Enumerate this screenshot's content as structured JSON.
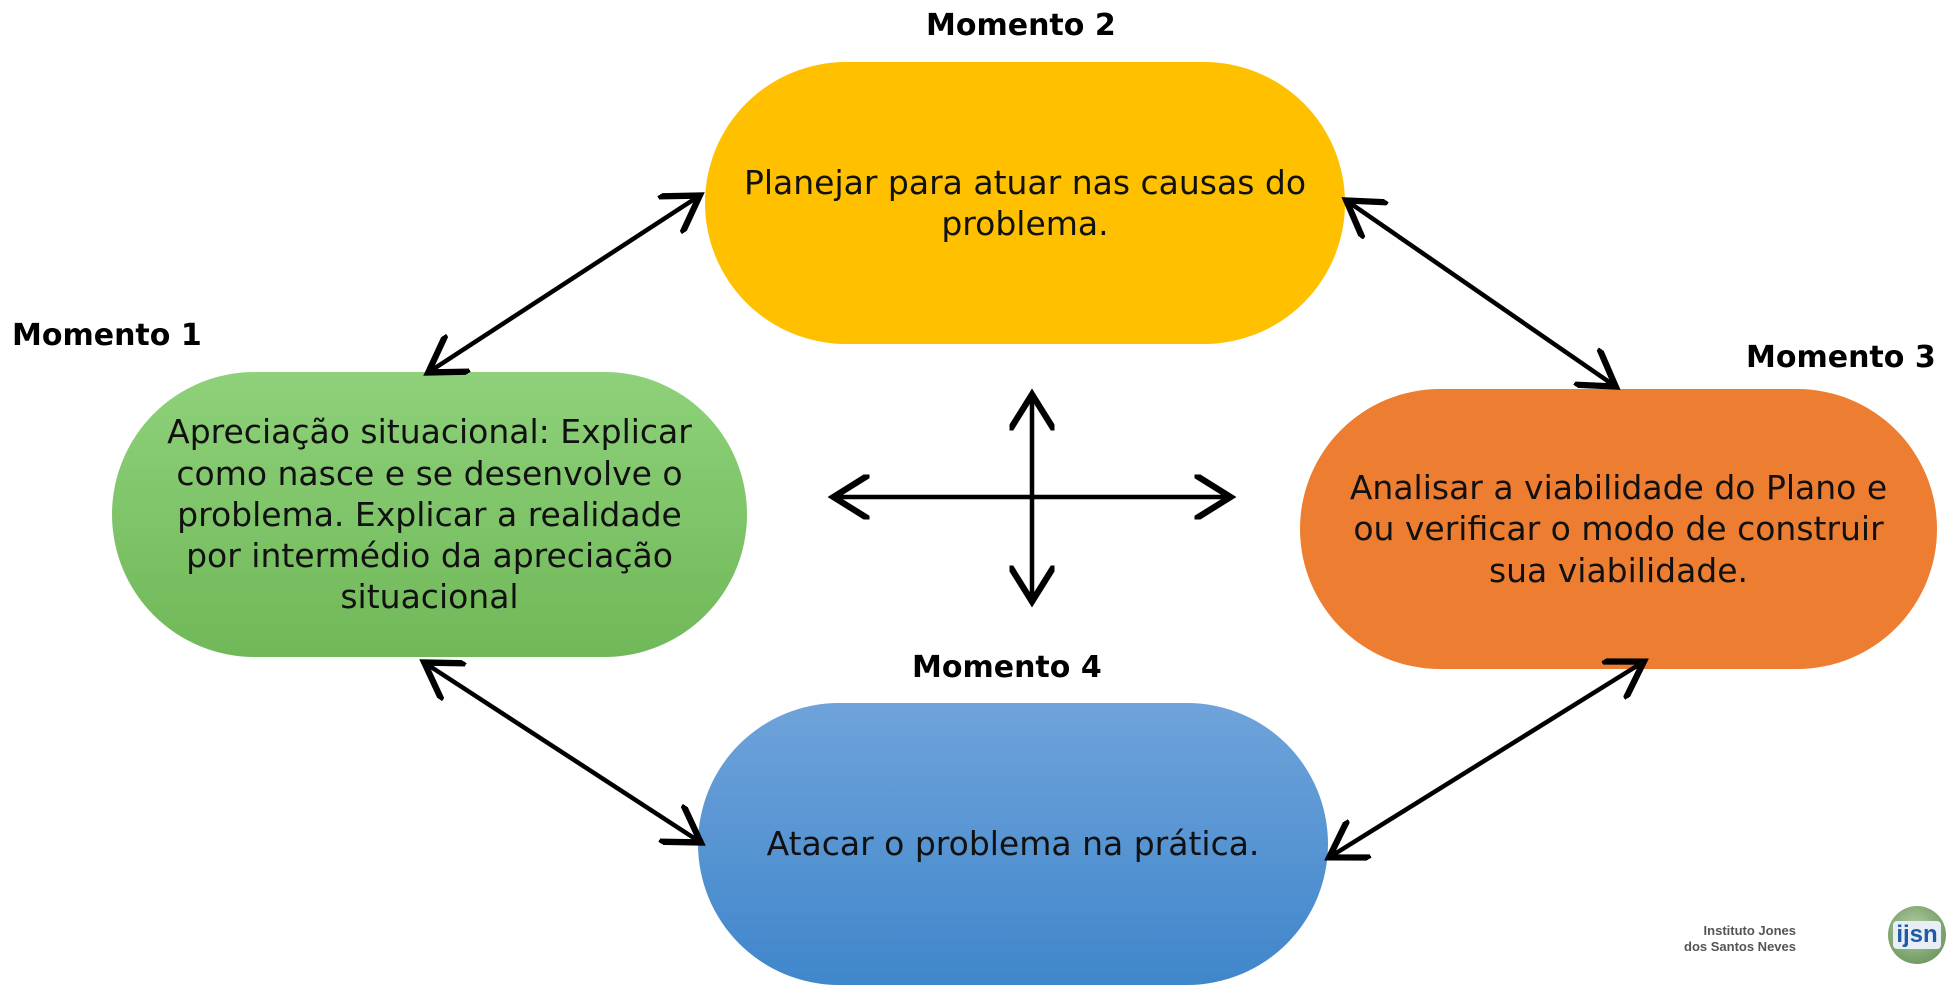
{
  "moments": [
    {
      "label": "Momento 1",
      "lines": [
        "Apreciação situacional: Explicar",
        "como nasce e se desenvolve o",
        "problema. Explicar a realidade",
        "por intermédio da apreciação",
        "situacional"
      ],
      "color": "#70b858"
    },
    {
      "label": "Momento 2",
      "lines": [
        "Planejar para atuar nas causas do",
        "problema."
      ],
      "color": "#ffc000"
    },
    {
      "label": "Momento 3",
      "lines": [
        "Analisar a viabilidade do Plano e",
        "ou verificar o modo de construir",
        "sua viabilidade."
      ],
      "color": "#ed7d31"
    },
    {
      "label": "Momento 4",
      "lines": [
        "Atacar o problema na prática."
      ],
      "color": "#4a8fd1"
    }
  ],
  "logo": {
    "text_lines": [
      "Instituto Jones",
      "dos Santos Neves"
    ],
    "badge": "ijsn"
  }
}
